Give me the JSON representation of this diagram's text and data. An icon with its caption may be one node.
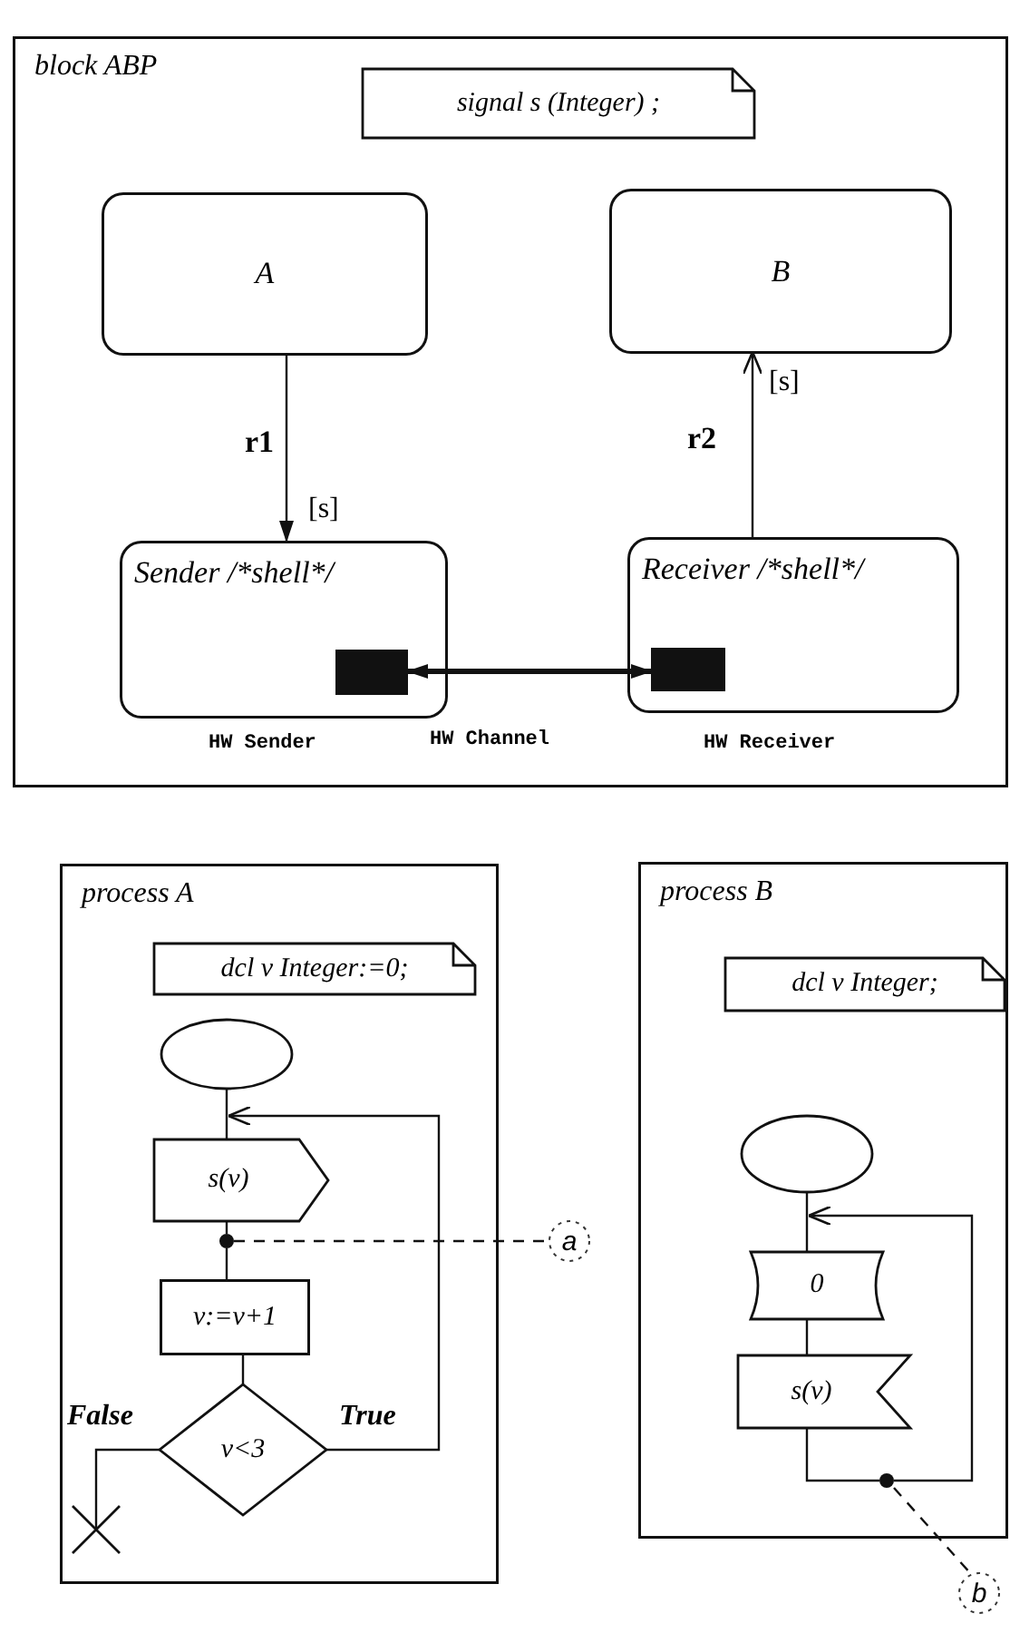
{
  "diagram": {
    "nodes": [
      {
        "text": [
          "block ABP"
        ]
      },
      {
        "text": [
          "signal  s (Integer) ;"
        ],
        "in": 0
      },
      {
        "text": [
          "A"
        ],
        "in": 0
      },
      {
        "text": [
          "B"
        ],
        "in": 0
      },
      {
        "text": [
          "Sender /*shell*/"
        ],
        "in": 0
      },
      {
        "text": [
          "Receiver /*shell*/"
        ],
        "in": 0
      },
      {
        "text": [],
        "shape": "box",
        "in": 4,
        "beside": [
          "HW Sender"
        ]
      },
      {
        "text": [],
        "shape": "box",
        "in": 5,
        "beside": [
          "HW Receiver"
        ]
      },
      {
        "text": [
          "process  A"
        ]
      },
      {
        "text": [
          "dcl  v Integer:=0;"
        ],
        "in": 8
      },
      {
        "text": [],
        "shape": "ellipse",
        "in": 8
      },
      {
        "text": [
          "s(v)"
        ],
        "in": 8
      },
      {
        "text": [],
        "shape": "circle",
        "in": 8
      },
      {
        "text": [
          "v:=v+1"
        ],
        "in": 8
      },
      {
        "text": [
          "v<3"
        ],
        "in": 8
      },
      {
        "text": [],
        "shape": "cross",
        "in": 8
      },
      {
        "text": [
          "process  B"
        ]
      },
      {
        "text": [
          "dcl  v Integer;"
        ],
        "in": 16
      },
      {
        "text": [],
        "shape": "ellipse",
        "in": 16
      },
      {
        "text": [
          "0"
        ],
        "in": 16
      },
      {
        "text": [
          "s(v)"
        ],
        "in": 16
      },
      {
        "text": [],
        "shape": "circle",
        "in": 16
      },
      {
        "text": [
          "a"
        ]
      },
      {
        "text": [
          "b"
        ]
      }
    ],
    "edges": [
      {
        "from": 2,
        "to": 4,
        "arrow": "to",
        "label": "r1"
      },
      {
        "from": 5,
        "to": 3,
        "arrow": "to",
        "label": "r2"
      },
      {
        "from": 6,
        "to": 7,
        "arrow": "both",
        "style": "thick",
        "label": "HW Channel"
      },
      {
        "from": 10,
        "to": 11,
        "arrow": "none"
      },
      {
        "from": 11,
        "to": 12,
        "arrow": "none"
      },
      {
        "from": 12,
        "to": 13,
        "arrow": "none"
      },
      {
        "from": 13,
        "to": 14,
        "arrow": "none"
      },
      {
        "from": 14,
        "to": 11,
        "arrow": "to",
        "label": "True"
      },
      {
        "from": 14,
        "to": 15,
        "arrow": "none",
        "label": "False"
      },
      {
        "from": 12,
        "to": 22,
        "arrow": "none",
        "style": "dashed"
      },
      {
        "from": 18,
        "to": 19,
        "arrow": "none"
      },
      {
        "from": 19,
        "to": 20,
        "arrow": "none"
      },
      {
        "from": 20,
        "to": 21,
        "arrow": "none"
      },
      {
        "from": 21,
        "to": 19,
        "arrow": "to"
      },
      {
        "from": 21,
        "to": 23,
        "arrow": "none",
        "style": "dashed"
      }
    ],
    "labels": [
      "[s]",
      "[s]"
    ]
  }
}
